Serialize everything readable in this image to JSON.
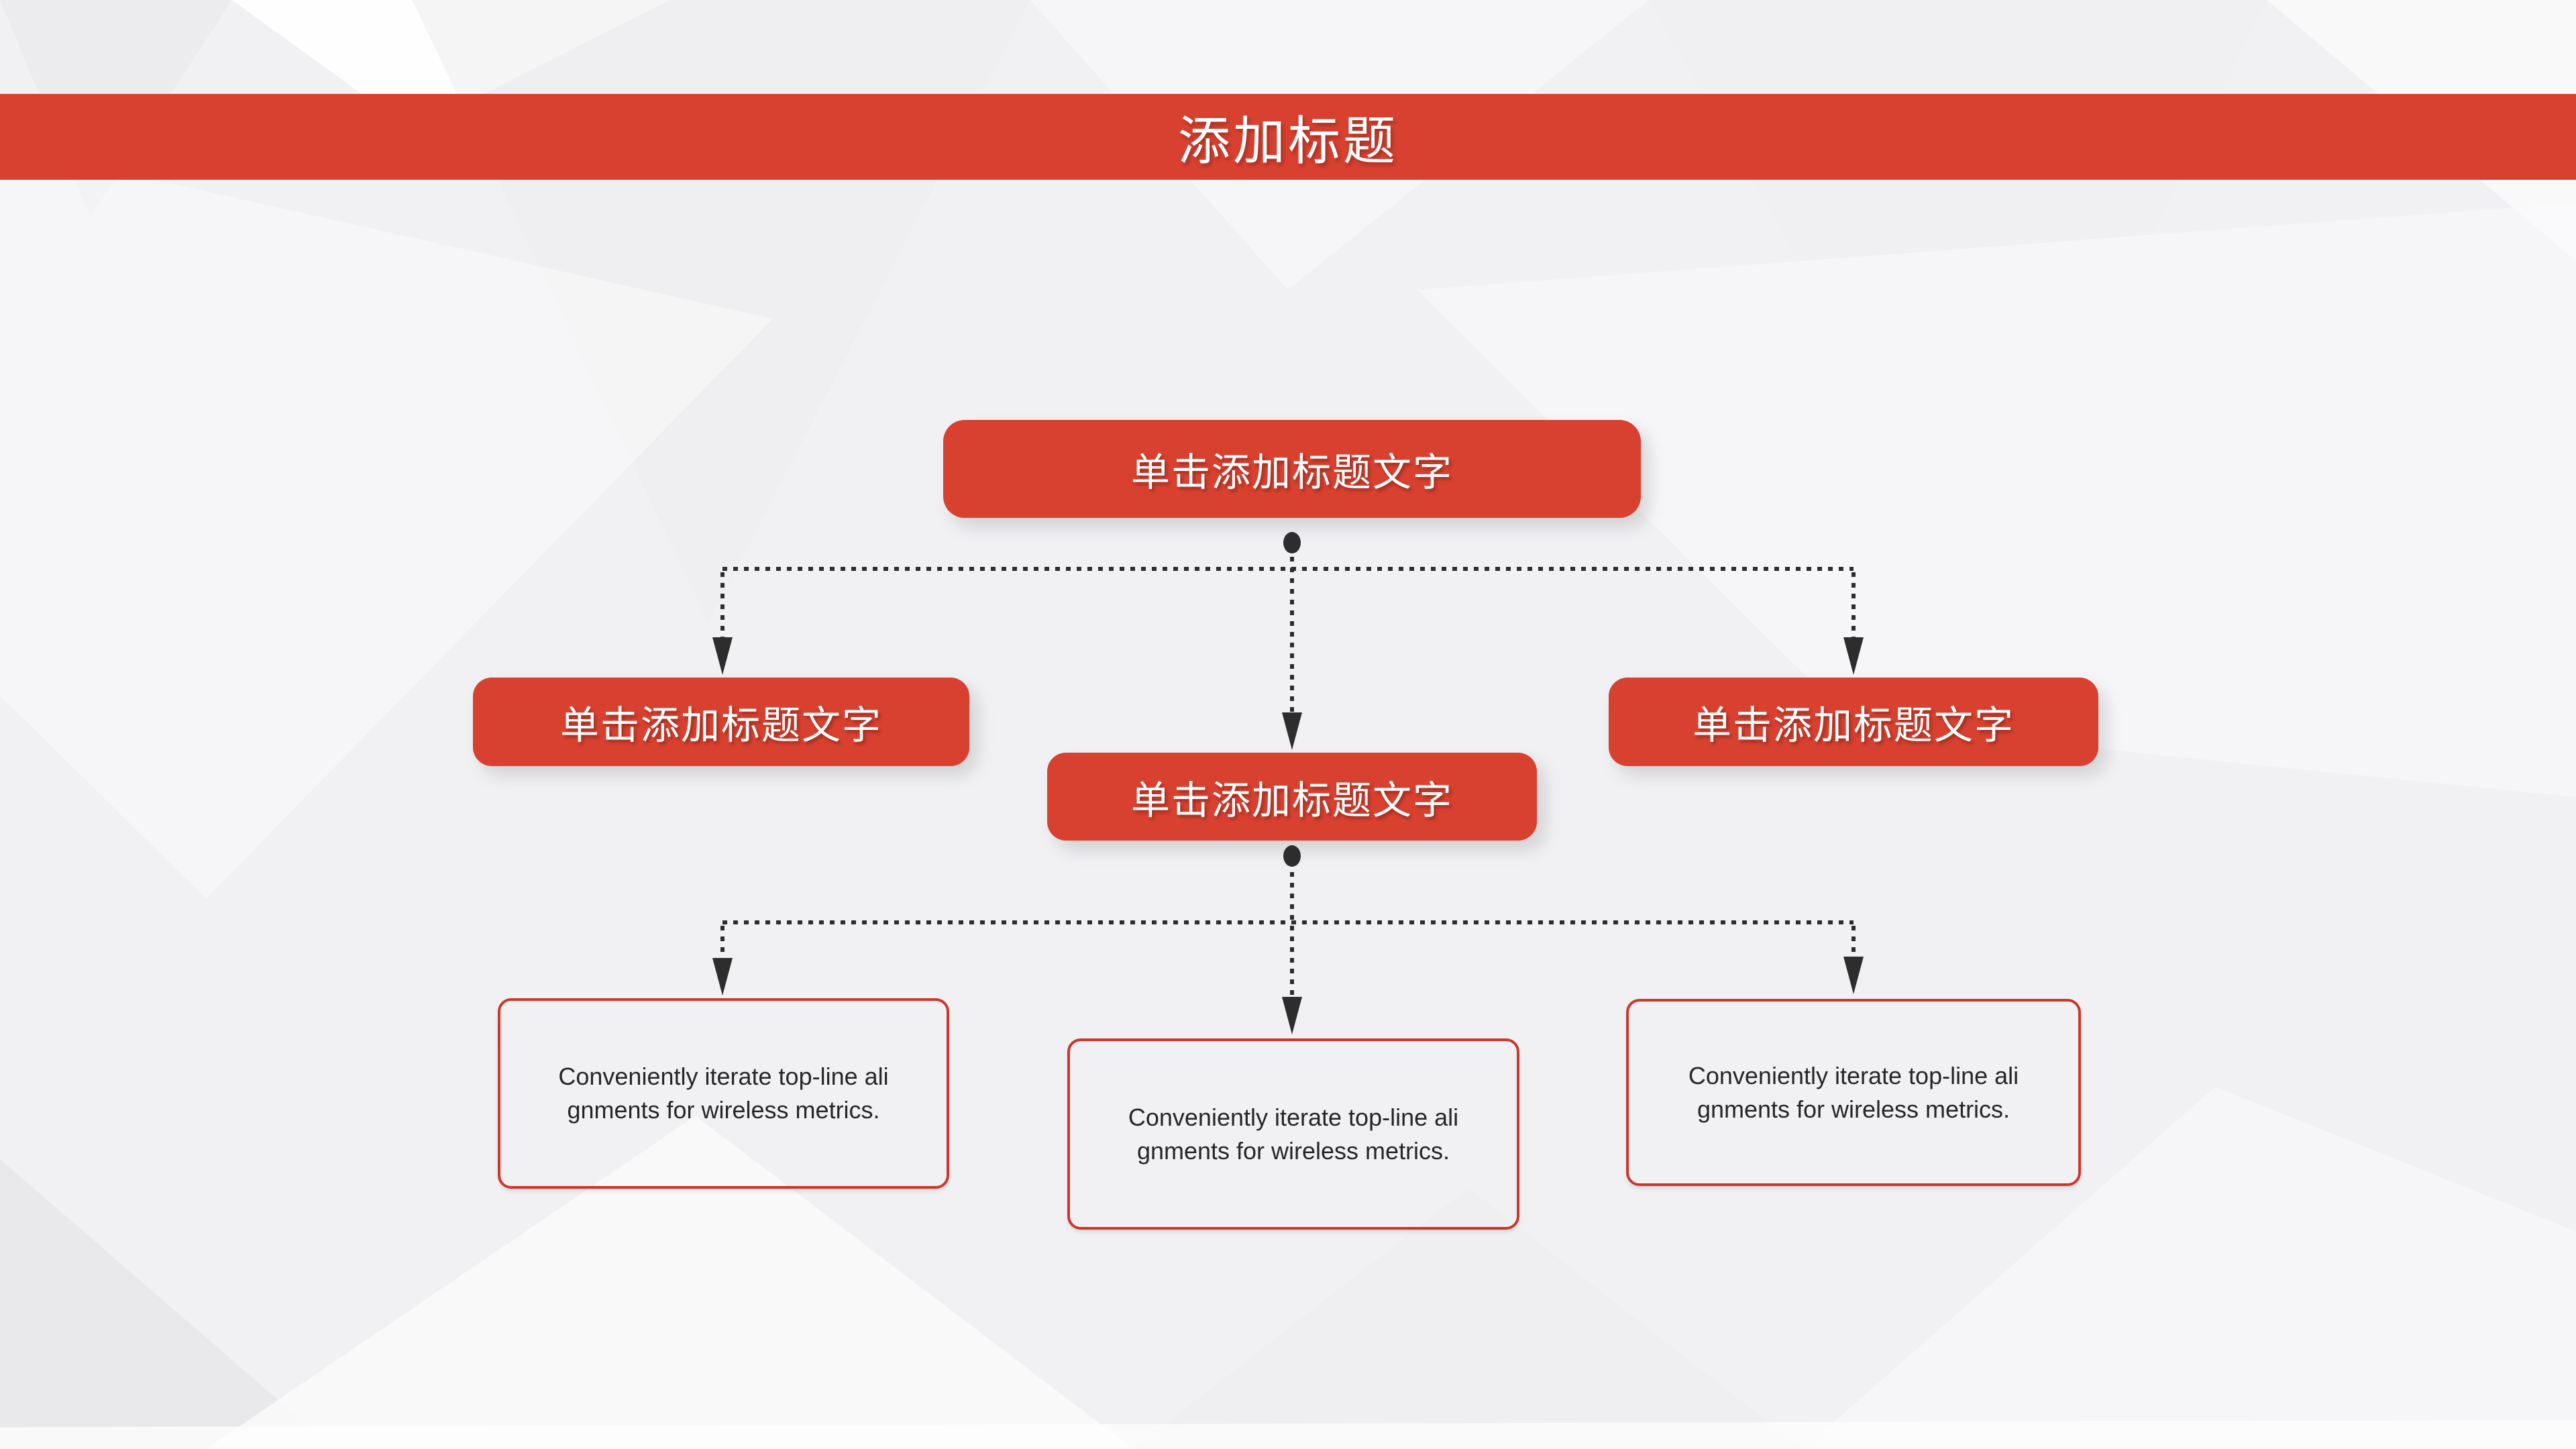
{
  "slide": {
    "title": "添加标题",
    "flowchart": {
      "root": {
        "label": "单击添加标题文字"
      },
      "branches": [
        {
          "label": "单击添加标题文字"
        },
        {
          "label": "单击添加标题文字"
        },
        {
          "label": "单击添加标题文字"
        }
      ],
      "notes": [
        {
          "line1": "Conveniently iterate top-line ali",
          "line2": "gnments for wireless metrics."
        },
        {
          "line1": "Conveniently iterate top-line ali",
          "line2": "gnments for wireless metrics."
        },
        {
          "line1": "Conveniently iterate top-line ali",
          "line2": "gnments for wireless metrics."
        }
      ]
    },
    "colors": {
      "accent_red": "#d8402f",
      "note_border_red": "#c9382b",
      "connector_dark": "#2d2d2d",
      "background_base": "#f1f1f3",
      "title_text": "#ffffff",
      "note_text": "#262626"
    }
  }
}
